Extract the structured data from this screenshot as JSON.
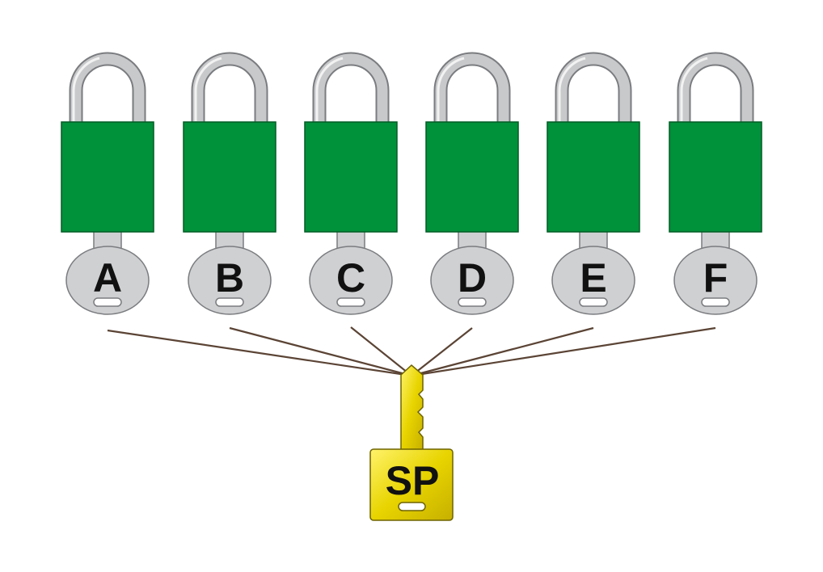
{
  "diagram": {
    "colors": {
      "lock_body": "#00913B",
      "lock_body_stroke": "#005c25",
      "shackle": "#c8c9cb",
      "shackle_highlight": "#f2f2f2",
      "shackle_stroke": "#7a7c7f",
      "key_tag": "#cfd0d2",
      "key_tag_stroke": "#7a7c7f",
      "connector_line": "#5b4435",
      "master_key": "#e3d000",
      "master_key_stroke": "#6e6300"
    },
    "padlocks": [
      {
        "label": "A",
        "icon": "padlock-icon"
      },
      {
        "label": "B",
        "icon": "padlock-icon"
      },
      {
        "label": "C",
        "icon": "padlock-icon"
      },
      {
        "label": "D",
        "icon": "padlock-icon"
      },
      {
        "label": "E",
        "icon": "padlock-icon"
      },
      {
        "label": "F",
        "icon": "padlock-icon"
      }
    ],
    "master_key": {
      "label": "SP",
      "icon": "master-key-icon"
    }
  }
}
